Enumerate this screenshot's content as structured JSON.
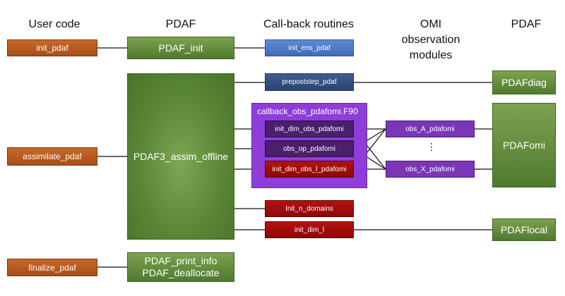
{
  "headers": {
    "user_code": "User code",
    "pdaf_left": "PDAF",
    "callbacks": "Call-back routines",
    "omi_line1": "OMI",
    "omi_line2": "observation",
    "omi_line3": "modules",
    "pdaf_right": "PDAF"
  },
  "user_code": {
    "init": "init_pdaf",
    "assimilate": "assimilate_pdaf",
    "finalize": "finalize_pdaf"
  },
  "pdaf": {
    "init": "PDAF_init",
    "assim": "PDAF3_assim_offline",
    "print_info": "PDAF_print_info",
    "deallocate": "PDAF_deallocate"
  },
  "callbacks": {
    "init_ens": "init_ens_pdaf",
    "prepoststep": "prepoststep_pdaf",
    "frame_title": "callback_obs_pdafomi.F90",
    "init_dim_obs": "init_dim_obs_pdafomi",
    "obs_op": "obs_op_pdafomi",
    "init_dim_obs_l": "init_dim_obs_l_pdafomi",
    "init_n_domains": "Init_n_domains",
    "init_dim_l": "init_dim_l"
  },
  "omi": {
    "obs_a": "obs_A_pdafomi",
    "dots": "⋮",
    "obs_x": "obs_X_pdafomi"
  },
  "pdaf_modules": {
    "diag": "PDAFdiag",
    "omi": "PDAFomi",
    "local": "PDAFlocal"
  },
  "colors": {
    "orange": "#b85a20",
    "green": "#5f8a3a",
    "blue": "#4a78c6",
    "navy": "#334f80",
    "purple_frame": "#8f3dd8",
    "purple_dark": "#4a1f6e",
    "purple_mid": "#7b36b6",
    "red": "#a00d0d"
  }
}
